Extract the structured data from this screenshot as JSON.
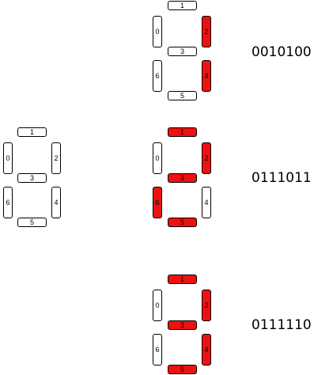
{
  "segment_labels": {
    "top": "1",
    "upper_left": "0",
    "upper_right": "2",
    "middle": "3",
    "lower_left": "6",
    "lower_right": "4",
    "bottom": "5"
  },
  "colors": {
    "lit_segment": "#ee1111",
    "unlit_segment": "#ffffff",
    "outline": "#000000"
  },
  "reference_digit": {
    "lit": []
  },
  "examples": [
    {
      "code": "0010100",
      "lit": [
        "upper_right",
        "lower_right"
      ]
    },
    {
      "code": "0111011",
      "lit": [
        "top",
        "upper_right",
        "middle",
        "lower_left",
        "bottom"
      ]
    },
    {
      "code": "0111110",
      "lit": [
        "top",
        "upper_right",
        "middle",
        "lower_right",
        "bottom"
      ]
    }
  ]
}
